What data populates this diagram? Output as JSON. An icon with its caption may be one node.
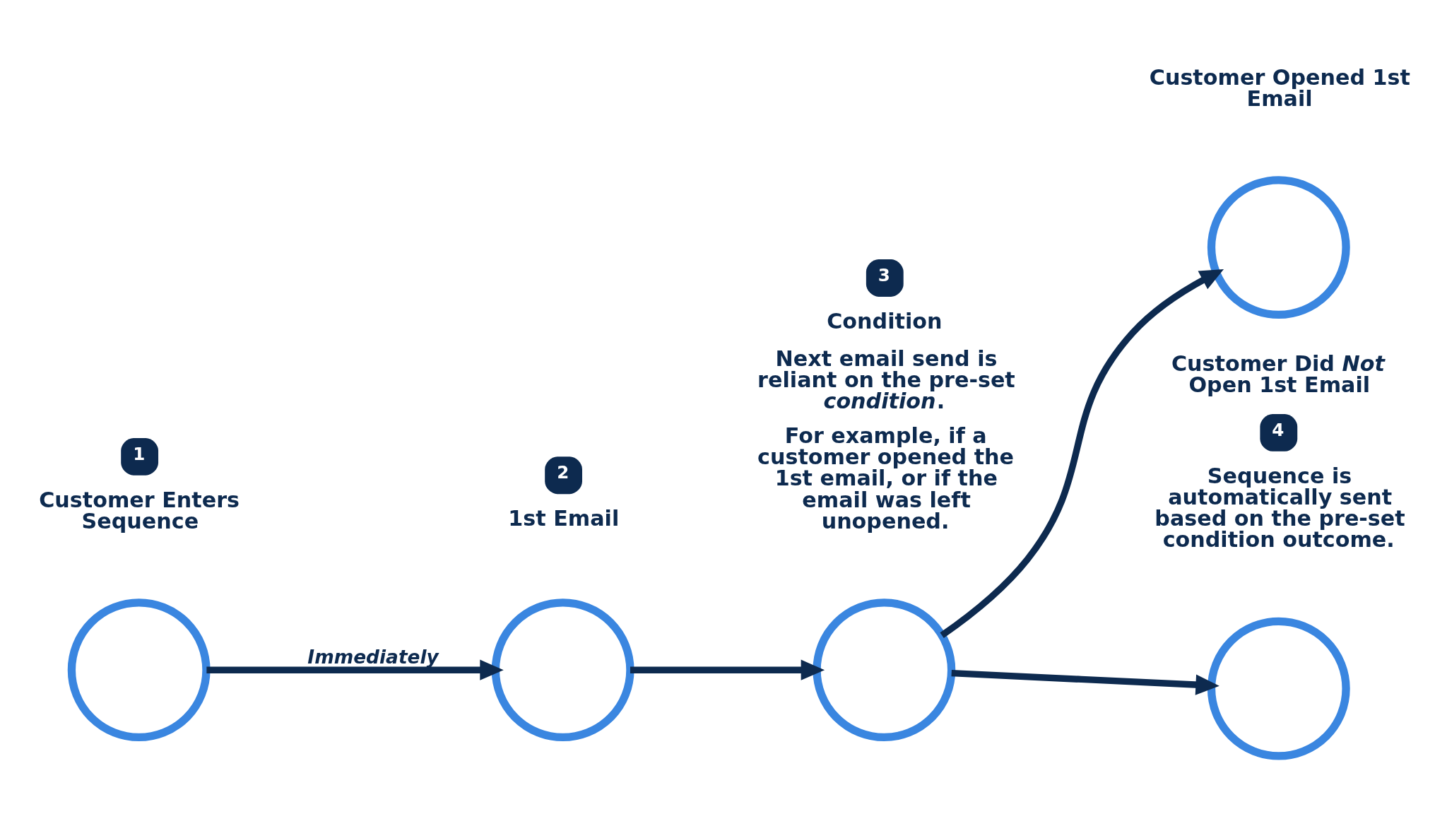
{
  "diagram": {
    "nodes": [
      {
        "text": [],
        "shape": "circle",
        "beside": [
          "1",
          "Customer Enters Sequence"
        ]
      },
      {
        "text": [],
        "shape": "circle",
        "beside": [
          "2",
          "1st Email"
        ]
      },
      {
        "text": [],
        "shape": "circle",
        "beside": [
          "3",
          "Condition",
          "Next email send is reliant on the pre-set *condition*.",
          "For example, if a customer opened the 1st email, or if the email was left unopened."
        ]
      },
      {
        "text": [],
        "shape": "circle",
        "beside": [
          "Customer Opened 1st Email"
        ]
      },
      {
        "text": [],
        "shape": "circle",
        "beside": [
          "Customer Did *Not* Open 1st Email",
          "4",
          "Sequence is automatically sent based on the pre-set condition outcome."
        ]
      }
    ],
    "edges": [
      {
        "from": 0,
        "to": 1,
        "arrow": "to",
        "label": "Immediately"
      },
      {
        "from": 1,
        "to": 2,
        "arrow": "to"
      },
      {
        "from": 2,
        "to": 3,
        "arrow": "to"
      },
      {
        "from": 2,
        "to": 4,
        "arrow": "to"
      }
    ]
  }
}
